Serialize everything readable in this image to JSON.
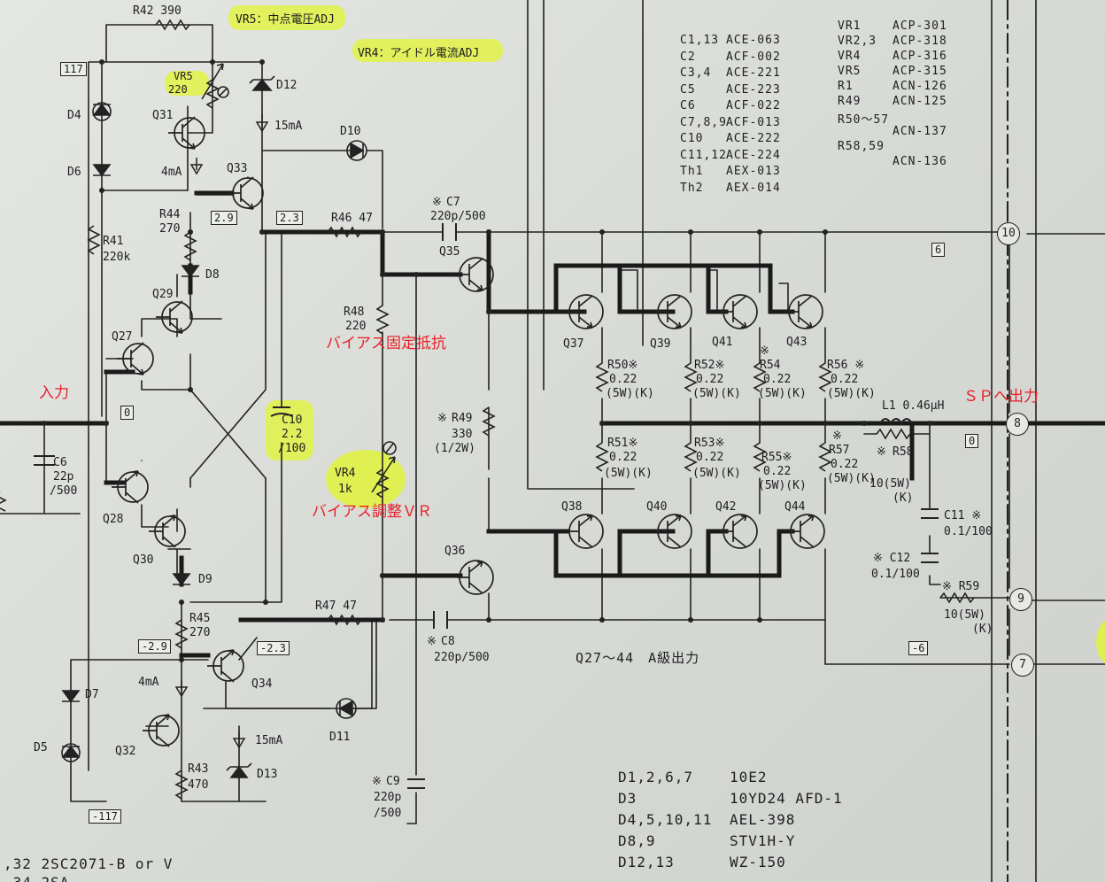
{
  "annotations": {
    "vr5_note": "VR5：中点電圧ADJ",
    "vr4_note": "VR4：アイドル電流ADJ",
    "input": "入力",
    "bias_fixed": "バイアス固定抵抗",
    "bias_vr": "バイアス調整ＶＲ",
    "sp_out": "ＳＰへ出力",
    "class_a": "Q27～44　A級出力"
  },
  "components": {
    "r42": "R42 390",
    "vr5": "VR5",
    "vr5_val": "220",
    "d12": "D12",
    "ma15_top": "15mA",
    "d10": "D10",
    "d4": "D4",
    "d6": "D6",
    "q31": "Q31",
    "ma4_top": "4mA",
    "q33": "Q33",
    "r44": "R44",
    "r44_val": "270",
    "r41": "R41",
    "r41_val": "220k",
    "d8": "D8",
    "q29": "Q29",
    "q27": "Q27",
    "c10": "C10",
    "c10_v1": "2.2",
    "c10_v2": "/100",
    "c6": "C6",
    "c6_v1": "22p",
    "c6_v2": "/500",
    "q28": "Q28",
    "q30": "Q30",
    "d9": "D9",
    "r45": "R45",
    "r45_val": "270",
    "q34": "Q34",
    "ma4_bot": "4mA",
    "d7": "D7",
    "d5": "D5",
    "q32": "Q32",
    "r43": "R43",
    "r43_val": "470",
    "ma15_bot": "15mA",
    "d13": "D13",
    "d11": "D11",
    "r46": "R46 47",
    "c7": "C7",
    "c7_val": "220p/500",
    "q35": "Q35",
    "r48": "R48",
    "r48_val": "220",
    "vr4": "VR4",
    "vr4_val": "1k",
    "r49": "R49",
    "r49_v1": "330",
    "r49_v2": "(1/2W)",
    "q36": "Q36",
    "r47": "R47 47",
    "c8": "C8",
    "c8_val": "220p/500",
    "c9": "C9",
    "c9_v1": "220p",
    "c9_v2": "/500",
    "q37": "Q37",
    "q39": "Q39",
    "q41": "Q41",
    "q43": "Q43",
    "q38": "Q38",
    "q40": "Q40",
    "q42": "Q42",
    "q44": "Q44",
    "r50": "R50",
    "r52": "R52",
    "r54": "R54",
    "r56": "R56",
    "r51": "R51",
    "r53": "R53",
    "r55": "R55",
    "r57": "R57",
    "res_val": "0.22",
    "res_rating": "(5W)(K)",
    "l1": "L1  0.46μH",
    "r58": "R58",
    "r58_val": "10(5W)",
    "r58_k": "(K)",
    "c11": "C11",
    "c11_val": "0.1/100",
    "c12": "C12",
    "c12_val": "0.1/100",
    "r59": "R59",
    "r59_val": "10(5W)",
    "r59_k": "(K)",
    "star": "※"
  },
  "tags": {
    "t117": "117",
    "tm117": "-117",
    "t29": "2.9",
    "t23": "2.3",
    "tm29": "-2.9",
    "tm23": "-2.3",
    "t0a": "0",
    "t0b": "0",
    "t6": "6",
    "tm6": "-6"
  },
  "nodes": {
    "n10": "10",
    "n8": "8",
    "n9": "9",
    "n7": "7"
  },
  "parts_list": {
    "left": [
      [
        "C1,13",
        "ACE-063"
      ],
      [
        "C2",
        "ACF-002"
      ],
      [
        "C3,4",
        "ACE-221"
      ],
      [
        "C5",
        "ACE-223"
      ],
      [
        "C6",
        "ACF-022"
      ],
      [
        "C7,8,9",
        "ACF-013"
      ],
      [
        "C10",
        "ACE-222"
      ],
      [
        "C11,12",
        "ACE-224"
      ],
      [
        "Th1",
        "AEX-013"
      ],
      [
        "Th2",
        "AEX-014"
      ]
    ],
    "right": [
      [
        "VR1",
        "ACP-301"
      ],
      [
        "VR2,3",
        "ACP-318"
      ],
      [
        "VR4",
        "ACP-316"
      ],
      [
        "VR5",
        "ACP-315"
      ],
      [
        "R1",
        "ACN-126"
      ],
      [
        "R49",
        "ACN-125"
      ],
      [
        "R50～57",
        ""
      ],
      [
        "",
        "ACN-137"
      ],
      [
        "R58,59",
        ""
      ],
      [
        "",
        "ACN-136"
      ]
    ]
  },
  "diodes_list": [
    [
      "D1,2,6,7",
      "10E2"
    ],
    [
      "D3",
      "10YD24 AFD-1"
    ],
    [
      "D4,5,10,11",
      "AEL-398"
    ],
    [
      "D8,9",
      "STV1H-Y"
    ],
    [
      "D12,13",
      "WZ-150"
    ]
  ],
  "bottom_left": [
    ",32  2SC2071-B or V",
    ",34  2SA..."
  ]
}
